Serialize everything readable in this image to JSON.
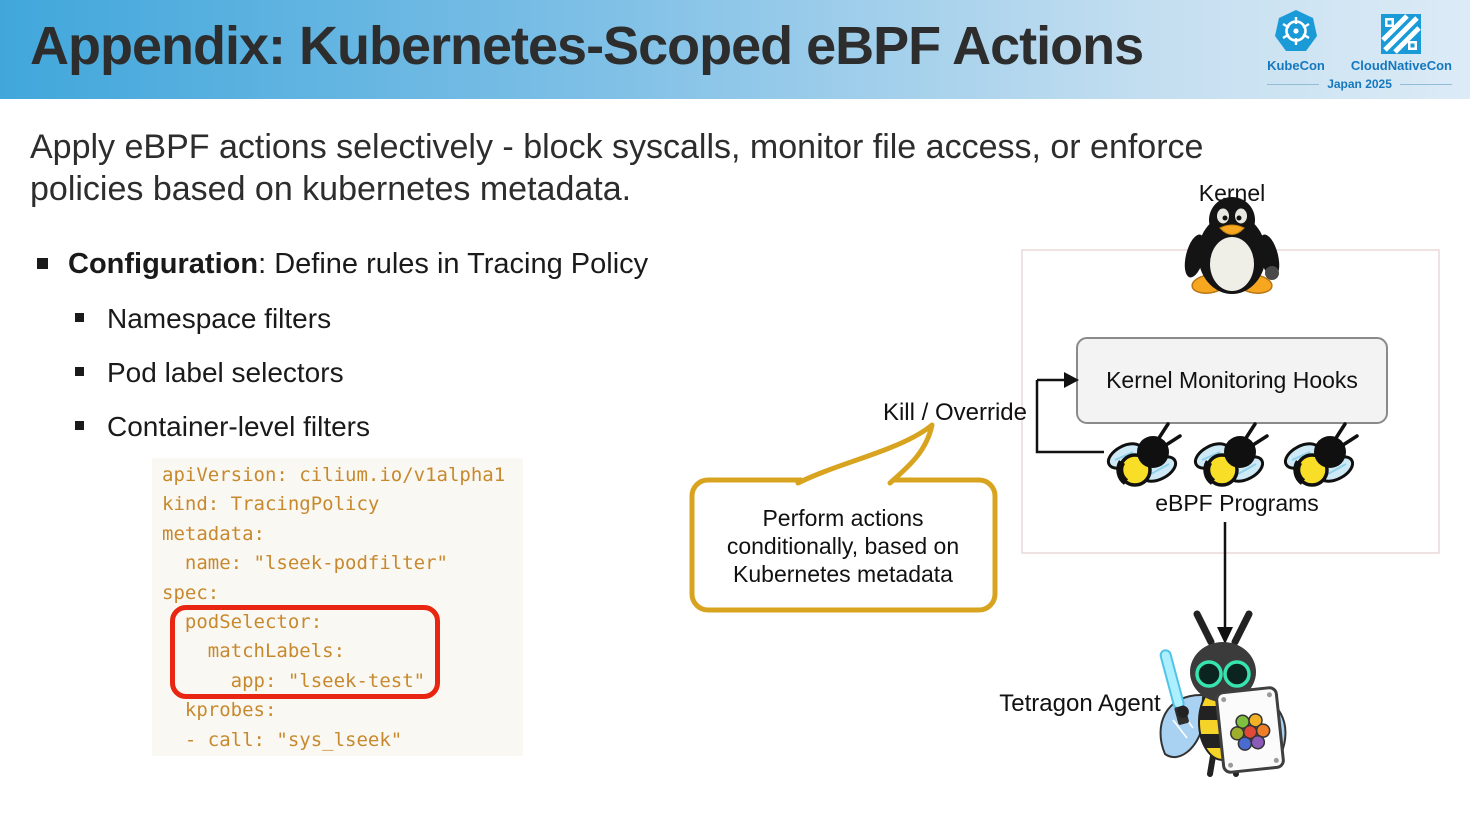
{
  "header": {
    "title": "Appendix: Kubernetes-Scoped eBPF Actions",
    "logos": {
      "kubecon": "KubeCon",
      "cloudnativecon": "CloudNativeCon",
      "event": "Japan 2025"
    }
  },
  "intro": {
    "line1": "Apply eBPF actions selectively - block syscalls, monitor file access, or enforce",
    "line2": "policies based on kubernetes metadata."
  },
  "bullets": {
    "main_bold": "Configuration",
    "main_rest": ": Define rules in Tracing Policy",
    "sub": [
      "Namespace filters",
      "Pod label selectors",
      "Container-level filters"
    ]
  },
  "code": {
    "lines": [
      "apiVersion: cilium.io/v1alpha1",
      "kind: TracingPolicy",
      "metadata:",
      "  name: \"lseek-podfilter\"",
      "spec:",
      "  podSelector:",
      "    matchLabels:",
      "      app: \"lseek-test\"",
      "  kprobes:",
      "  - call: \"sys_lseek\""
    ]
  },
  "diagram": {
    "kernel_label": "Kernel",
    "hooks_box_label": "Kernel Monitoring Hooks",
    "kill_override_label": "Kill / Override",
    "ebpf_programs_label": "eBPF Programs",
    "bubble": {
      "line1": "Perform actions",
      "line2": "conditionally, based on",
      "line3": "Kubernetes metadata"
    },
    "tetragon_label": "Tetragon Agent"
  },
  "colors": {
    "header_gradient_start": "#41a7db",
    "header_gradient_end": "#dcebf6",
    "title_text": "#2d2d2d",
    "logo_blue": "#1a9bd7",
    "logo_text_blue": "#1578be",
    "code_text": "#c8892e",
    "code_background": "#faf8f3",
    "highlight_red": "#e82612",
    "bubble_amber": "#d8a41f",
    "kernel_box_pink_border": "#ebd9d9",
    "hooks_box_fill": "#f3f3f3",
    "bee_yellow": "#f8de26",
    "wing_blue": "#cfeaf7",
    "tetragon_eye_teal": "#37e3ae"
  }
}
